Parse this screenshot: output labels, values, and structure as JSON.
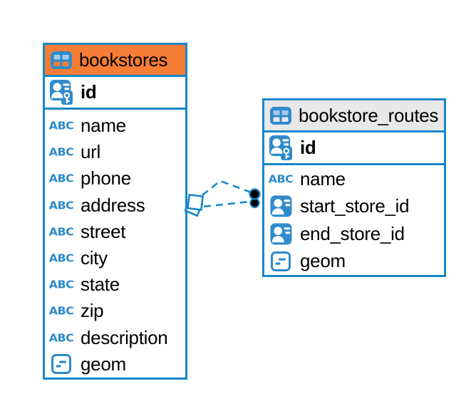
{
  "icons": {
    "text_type_label": "ABC",
    "table_icon": "table-grid",
    "pk_icon": "person-with-key",
    "fk_icon": "person-card",
    "geom_icon": "object-card"
  },
  "tables": [
    {
      "title": "bookstores",
      "header_color": "#f67d35",
      "primary_key": "id",
      "columns": [
        {
          "name": "name",
          "type": "text"
        },
        {
          "name": "url",
          "type": "text"
        },
        {
          "name": "phone",
          "type": "text"
        },
        {
          "name": "address",
          "type": "text"
        },
        {
          "name": "street",
          "type": "text"
        },
        {
          "name": "city",
          "type": "text"
        },
        {
          "name": "state",
          "type": "text"
        },
        {
          "name": "zip",
          "type": "text"
        },
        {
          "name": "description",
          "type": "text"
        },
        {
          "name": "geom",
          "type": "geometry"
        }
      ]
    },
    {
      "title": "bookstore_routes",
      "header_color": "#e8e8e8",
      "primary_key": "id",
      "columns": [
        {
          "name": "name",
          "type": "text"
        },
        {
          "name": "start_store_id",
          "type": "foreign-key"
        },
        {
          "name": "end_store_id",
          "type": "foreign-key"
        },
        {
          "name": "geom",
          "type": "geometry"
        }
      ]
    }
  ],
  "relationships": [
    {
      "from_table": "bookstores",
      "to_table": "bookstore_routes",
      "style": "dashed"
    },
    {
      "from_table": "bookstores",
      "to_table": "bookstore_routes",
      "style": "dashed"
    }
  ],
  "colors": {
    "table_border": "#1787c9",
    "bookstores_header": "#f67d35",
    "routes_header": "#e8e8e8",
    "icon_blue": "#2f8bcb",
    "icon_cell_light": "#a6cbe9",
    "relationship_line": "#1787c9",
    "connector_dot": "#000000"
  }
}
